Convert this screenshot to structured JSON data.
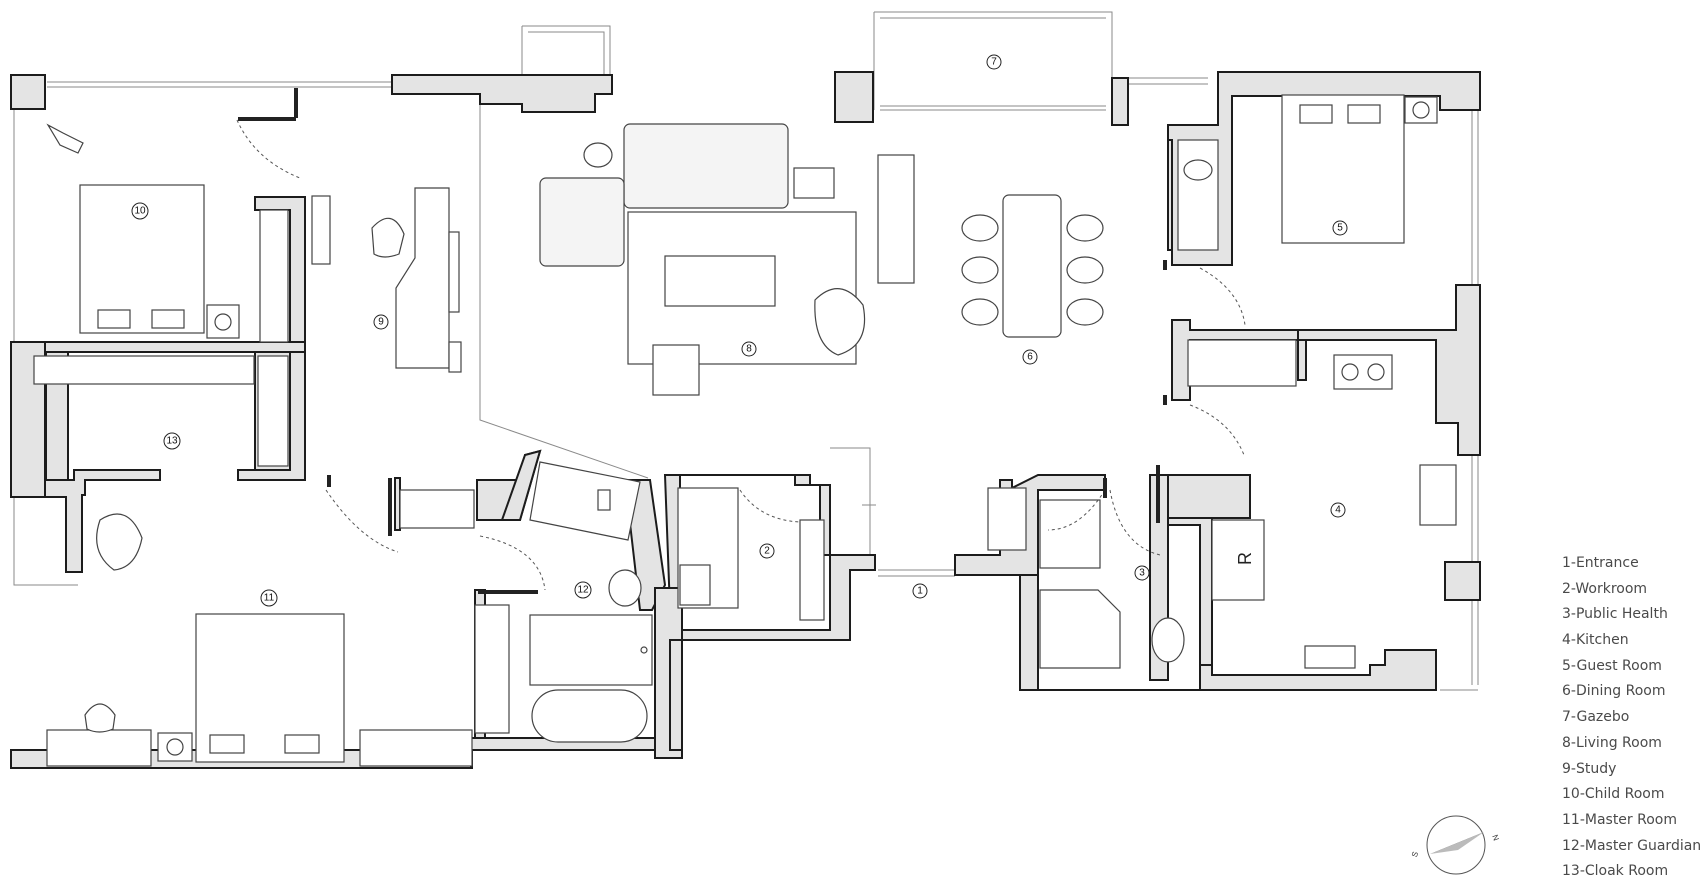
{
  "markers": [
    "1",
    "2",
    "3",
    "4",
    "5",
    "6",
    "7",
    "8",
    "9",
    "10",
    "11",
    "12",
    "13"
  ],
  "fridge_letter": "R",
  "compass": {
    "north": "N",
    "south": "S"
  },
  "legend": [
    "1-Entrance",
    "2-Workroom",
    "3-Public Health",
    "4-Kitchen",
    "5-Guest Room",
    "6-Dining Room",
    "7-Gazebo",
    "8-Living Room",
    "9-Study",
    "10-Child Room",
    "11-Master Room",
    "12-Master Guardian",
    "13-Cloak Room"
  ]
}
